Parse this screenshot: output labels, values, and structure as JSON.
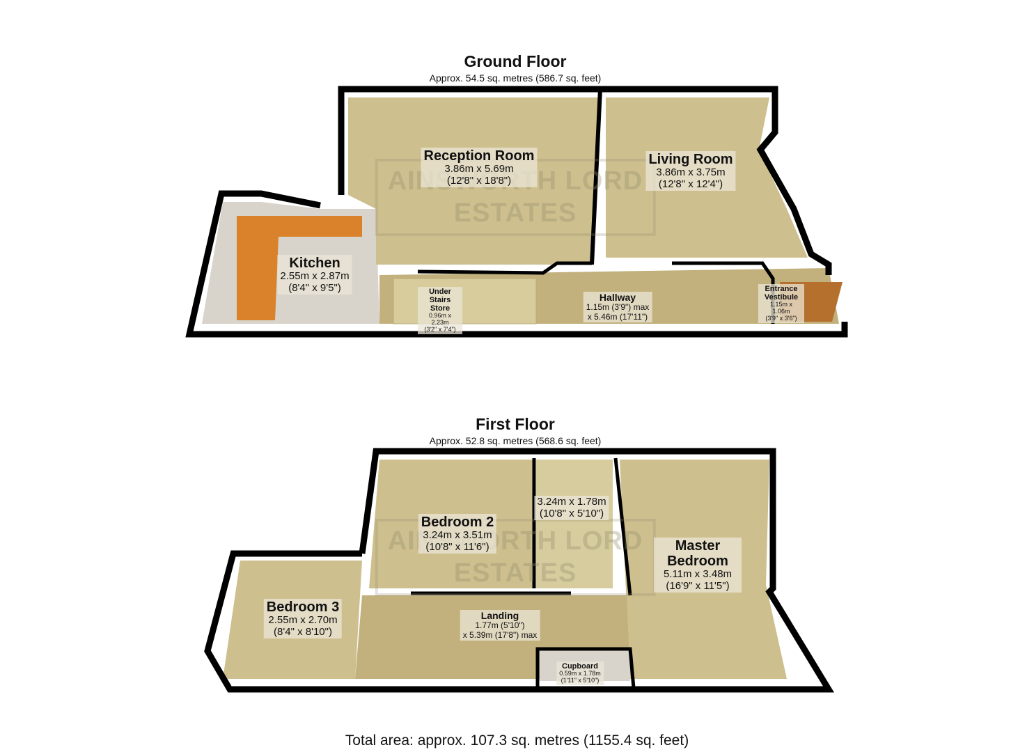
{
  "watermark": {
    "line1": "AINSWORTH LORD",
    "line2": "ESTATES"
  },
  "ground": {
    "title": "Ground Floor",
    "area": "Approx. 54.5 sq. metres (586.7 sq. feet)",
    "rooms": [
      {
        "name": "Reception Room",
        "dims": "3.86m x 5.69m",
        "imperial": "(12'8\" x 18'8\")"
      },
      {
        "name": "Living Room",
        "dims": "3.86m x 3.75m",
        "imperial": "(12'8\" x 12'4\")"
      },
      {
        "name": "Kitchen",
        "dims": "2.55m x 2.87m",
        "imperial": "(8'4\" x 9'5\")"
      },
      {
        "name": "Under Stairs Store",
        "dims": "0.96m x 2.23m",
        "imperial": "(3'2\" x 7'4\")"
      },
      {
        "name": "Hallway",
        "dims": "1.15m (3'9\") max",
        "imperial": "x 5.46m (17'11\")"
      },
      {
        "name": "Entrance Vestibule",
        "dims": "1.15m x 1.06m",
        "imperial": "(3'9\" x 3'6\")"
      }
    ]
  },
  "first": {
    "title": "First Floor",
    "area": "Approx. 52.8 sq. metres (568.6 sq. feet)",
    "rooms": [
      {
        "name": "Bedroom 2",
        "dims": "3.24m x 3.51m",
        "imperial": "(10'8\" x 11'6\")"
      },
      {
        "name": "",
        "dims": "3.24m x 1.78m",
        "imperial": "(10'8\" x 5'10\")"
      },
      {
        "name": "Master Bedroom",
        "dims": "5.11m x 3.48m",
        "imperial": "(16'9\" x 11'5\")"
      },
      {
        "name": "Bedroom 3",
        "dims": "2.55m x 2.70m",
        "imperial": "(8'4\" x 8'10\")"
      },
      {
        "name": "Landing",
        "dims": "1.77m (5'10\")",
        "imperial": "x 5.39m (17'8\") max"
      },
      {
        "name": "Cupboard",
        "dims": "0.59m x 1.78m",
        "imperial": "(1'11\" x 5'10\")"
      }
    ]
  },
  "total": "Total area: approx. 107.3 sq. metres (1155.4 sq. feet)",
  "colors": {
    "wall": "#000000",
    "floor": "#c9b98a",
    "wall_inner": "#f2f2f2",
    "kitchen_counter": "#d9822b",
    "door": "#b5702e"
  }
}
